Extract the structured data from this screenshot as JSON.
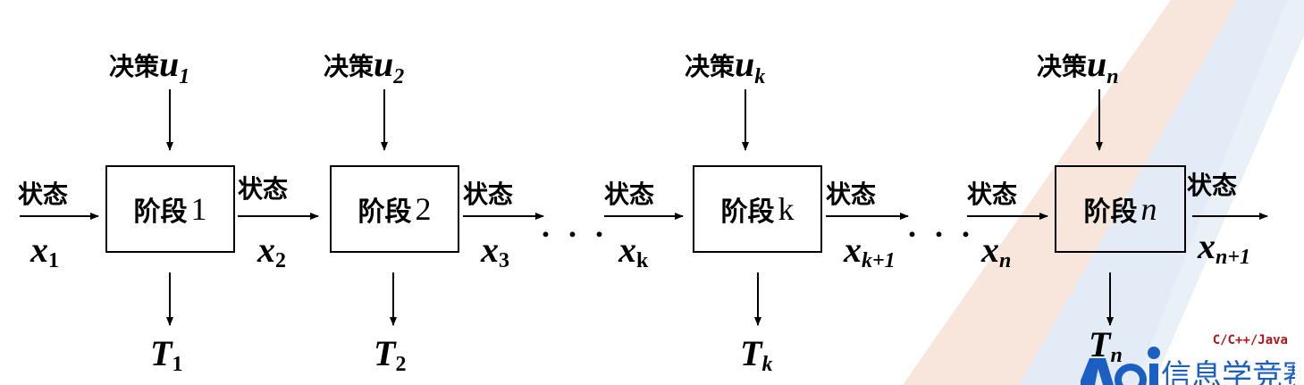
{
  "stages": [
    {
      "label_cn": "阶段",
      "label_num": "1",
      "italic": false,
      "decision_cn": "决策",
      "decision_var": "u",
      "decision_sub": "1",
      "output_var": "T",
      "output_sub": "1"
    },
    {
      "label_cn": "阶段",
      "label_num": "2",
      "italic": false,
      "decision_cn": "决策",
      "decision_var": "u",
      "decision_sub": "2",
      "output_var": "T",
      "output_sub": "2"
    },
    {
      "label_cn": "阶段",
      "label_num": "k",
      "italic": false,
      "decision_cn": "决策",
      "decision_var": "u",
      "decision_sub": "k",
      "output_var": "T",
      "output_sub": "k"
    },
    {
      "label_cn": "阶段",
      "label_num": "n",
      "italic": true,
      "decision_cn": "决策",
      "decision_var": "u",
      "decision_sub": "n",
      "output_var": "T",
      "output_sub": "n"
    }
  ],
  "states": [
    {
      "label": "状态",
      "var": "x",
      "sub": "1"
    },
    {
      "label": "状态",
      "var": "x",
      "sub": "2"
    },
    {
      "label": "状态",
      "var": "x",
      "sub": "3"
    },
    {
      "label": "状态",
      "var": "x",
      "sub": "k"
    },
    {
      "label": "状态",
      "var": "x",
      "sub": "k+1"
    },
    {
      "label": "状态",
      "var": "x",
      "sub": "n"
    },
    {
      "label": "状态",
      "var": "x",
      "sub": "n+1"
    }
  ],
  "ellipsis": ". . .",
  "logo": {
    "text": "信息学竞赛",
    "sub": "C/C++/Java"
  },
  "colors": {
    "bg_blue": "#e2ebf6",
    "bg_peach": "#f8e6dc",
    "logo_blue": "#1b5fc4",
    "logo_red": "#b0151b"
  }
}
